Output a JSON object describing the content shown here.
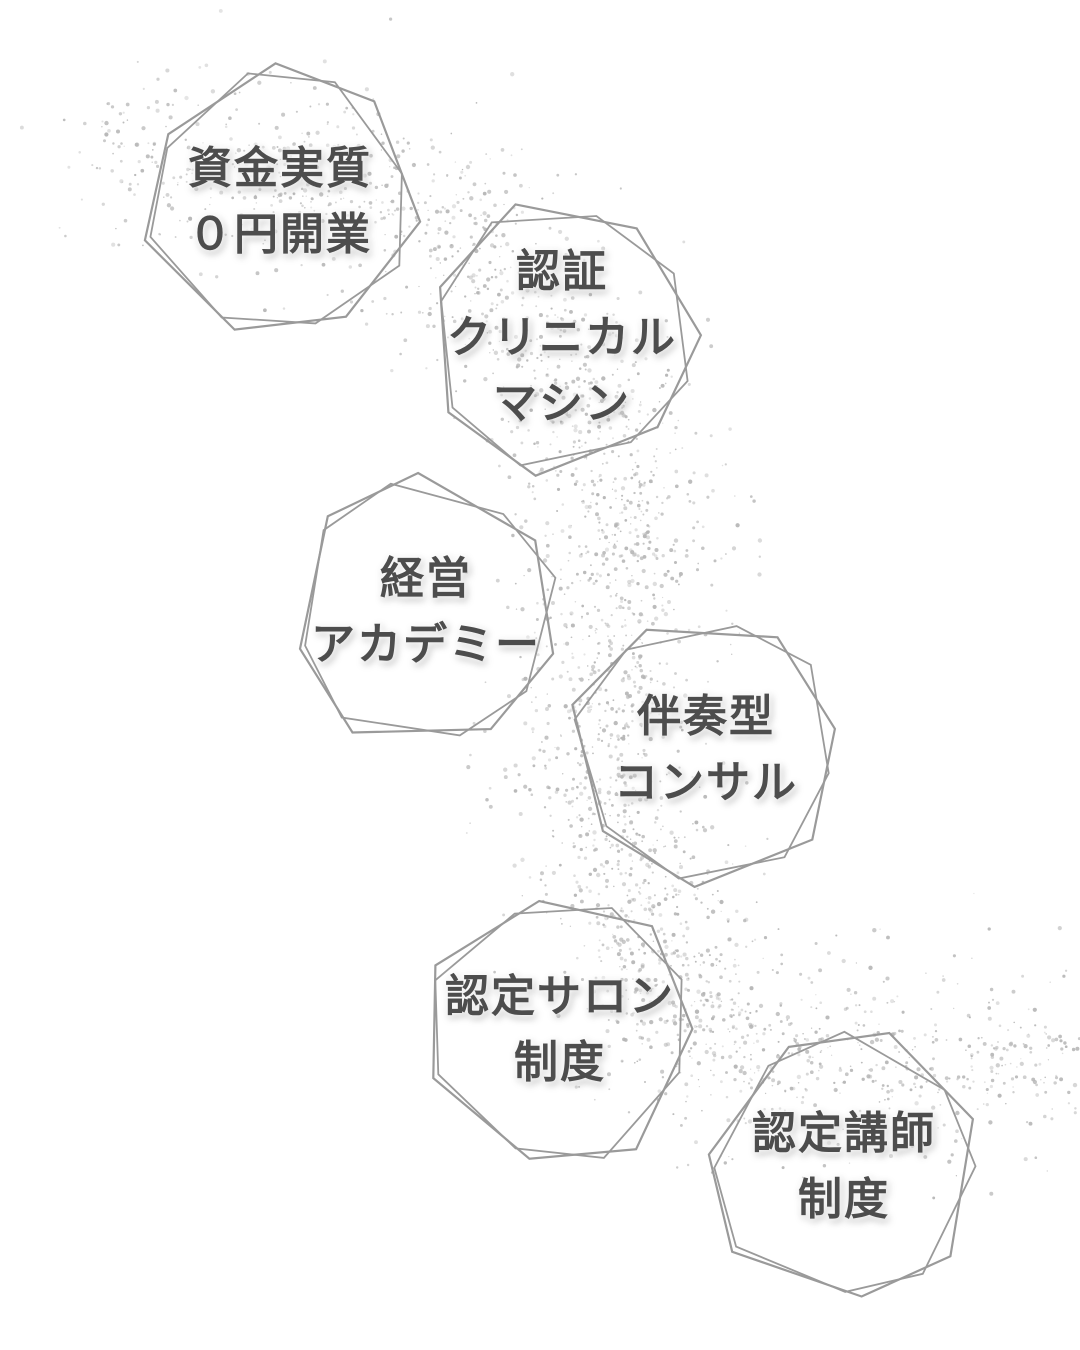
{
  "badges": [
    {
      "lines": [
        "資金実質",
        "０円開業"
      ]
    },
    {
      "lines": [
        "認証",
        "クリニカル",
        "マシン"
      ]
    },
    {
      "lines": [
        "経営",
        "アカデミー"
      ]
    },
    {
      "lines": [
        "伴奏型",
        "コンサル"
      ]
    },
    {
      "lines": [
        "認定サロン",
        "制度"
      ]
    },
    {
      "lines": [
        "認定講師",
        "制度"
      ]
    }
  ],
  "colors": {
    "text": "#4d4d4d",
    "frame": "#9a9a9a",
    "dust": "#b5b5b5"
  }
}
